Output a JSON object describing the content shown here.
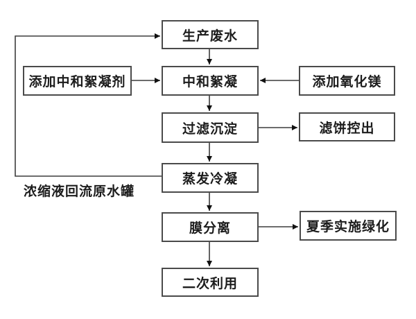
{
  "diagram": {
    "title": "wastewater-treatment-process-flowchart",
    "nodes": [
      {
        "id": "production-wastewater",
        "label": "生产废水"
      },
      {
        "id": "add-neutralizing-flocculant",
        "label": "添加中和絮凝剂"
      },
      {
        "id": "neutralization-flocculation",
        "label": "中和絮凝"
      },
      {
        "id": "add-magnesium-oxide",
        "label": "添加氧化镁"
      },
      {
        "id": "filtration-sedimentation",
        "label": "过滤沉淀"
      },
      {
        "id": "filter-cake-discharge",
        "label": "滤饼控出"
      },
      {
        "id": "evaporation-condensation",
        "label": "蒸发冷凝"
      },
      {
        "id": "membrane-separation",
        "label": "膜分离"
      },
      {
        "id": "summer-greening",
        "label": "夏季实施绿化"
      },
      {
        "id": "secondary-use",
        "label": "二次利用"
      }
    ],
    "edges": [
      {
        "from": "production-wastewater",
        "to": "neutralization-flocculation"
      },
      {
        "from": "add-neutralizing-flocculant",
        "to": "neutralization-flocculation"
      },
      {
        "from": "add-magnesium-oxide",
        "to": "neutralization-flocculation"
      },
      {
        "from": "neutralization-flocculation",
        "to": "filtration-sedimentation"
      },
      {
        "from": "filtration-sedimentation",
        "to": "filter-cake-discharge"
      },
      {
        "from": "filtration-sedimentation",
        "to": "evaporation-condensation"
      },
      {
        "from": "evaporation-condensation",
        "to": "production-wastewater",
        "label": "浓缩液回流原水罐"
      },
      {
        "from": "evaporation-condensation",
        "to": "membrane-separation"
      },
      {
        "from": "membrane-separation",
        "to": "summer-greening"
      },
      {
        "from": "membrane-separation",
        "to": "secondary-use"
      }
    ],
    "recycle_edge_label": "浓缩液回流原水罐",
    "colors": {
      "line": "#3c3c3c",
      "arrowhead": "#111111",
      "box_border": "#4a4a4a",
      "box_fill": "#ffffff",
      "text": "#1c1c1c",
      "background": "#ffffff"
    }
  }
}
